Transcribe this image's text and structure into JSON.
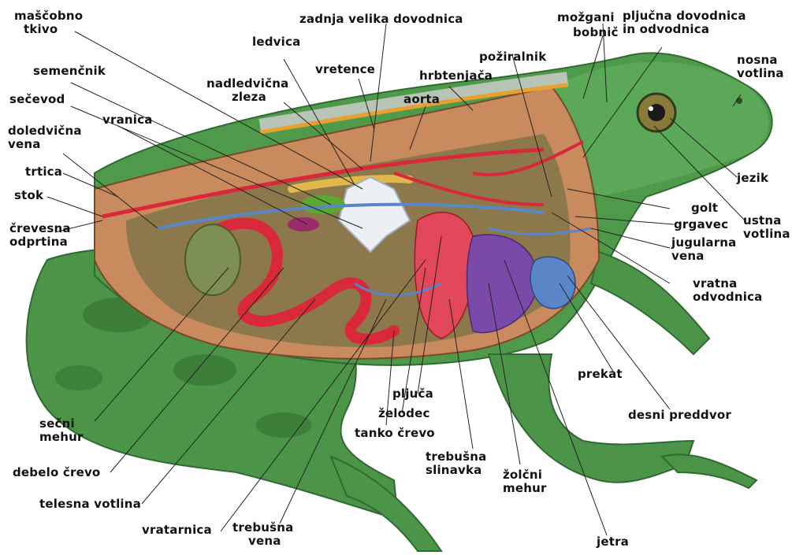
{
  "labels": {
    "mascobno_tkivo": [
      "maščobno",
      "tkivo"
    ],
    "zadnja_velika_dovodnica": [
      "zadnja velika dovodnica"
    ],
    "mozgani": [
      "možgani"
    ],
    "bobnic": [
      "bobnič"
    ],
    "pljucna_dovodnica": [
      "pljučna dovodnica",
      "in odvodnica"
    ],
    "nosna_votlina": [
      "nosna",
      "votlina"
    ],
    "ledvica": [
      "ledvica"
    ],
    "semencnik": [
      "semenčnik"
    ],
    "vretence": [
      "vretence"
    ],
    "poziralnik": [
      "požiralnik"
    ],
    "hrbtenjaca": [
      "hrbtenjača"
    ],
    "secevod": [
      "sečevod"
    ],
    "nadledvicna_zleza": [
      "nadledvična",
      "zleza"
    ],
    "aorta": [
      "aorta"
    ],
    "vranica": [
      "vranica"
    ],
    "doledvicna_vena": [
      "doledvična",
      "vena"
    ],
    "trtica": [
      "trtica"
    ],
    "stok": [
      "stok"
    ],
    "crevesna_odprtina": [
      "črevesna",
      "odprtina"
    ],
    "jezik": [
      "jezik"
    ],
    "golt": [
      "golt"
    ],
    "grgavec": [
      "grgavec"
    ],
    "ustna_votlina": [
      "ustna",
      "votlina"
    ],
    "jugularna_vena": [
      "jugularna",
      "vena"
    ],
    "vratna_odvodnica": [
      "vratna",
      "odvodnica"
    ],
    "prekat": [
      "prekat"
    ],
    "desni_preddvor": [
      "desni preddvor"
    ],
    "pljuca": [
      "pljuča"
    ],
    "zelodec": [
      "želodec"
    ],
    "tanko_crevo": [
      "tanko črevo"
    ],
    "trebusna_slinavka": [
      "trebušna",
      "slinavka"
    ],
    "zolcni_mehur": [
      "žolčni",
      "mehur"
    ],
    "secni_mehur": [
      "sečni",
      "mehur"
    ],
    "debelo_crevo": [
      "debelo črevo"
    ],
    "telesna_votlina": [
      "telesna votlina"
    ],
    "vratarnica": [
      "vratarnica"
    ],
    "trebusna_vena": [
      "trebušna",
      "vena"
    ],
    "jetra": [
      "jetra"
    ]
  },
  "colors": {
    "skin_green": "#4f9a4a",
    "skin_dark": "#2f6b30",
    "cavity": "#c98a5e",
    "cavity_dark": "#5a6a3a",
    "artery_red": "#d8283a",
    "vein_blue": "#5a86c8",
    "lung_pink": "#e2475a",
    "liver_purple": "#7a4aa8",
    "fat_yellow": "#e3b84a",
    "kidney": "#ecf0f4",
    "spine": "#b8c4b6",
    "bladder": "#7e8f55",
    "leader": "#222222"
  }
}
